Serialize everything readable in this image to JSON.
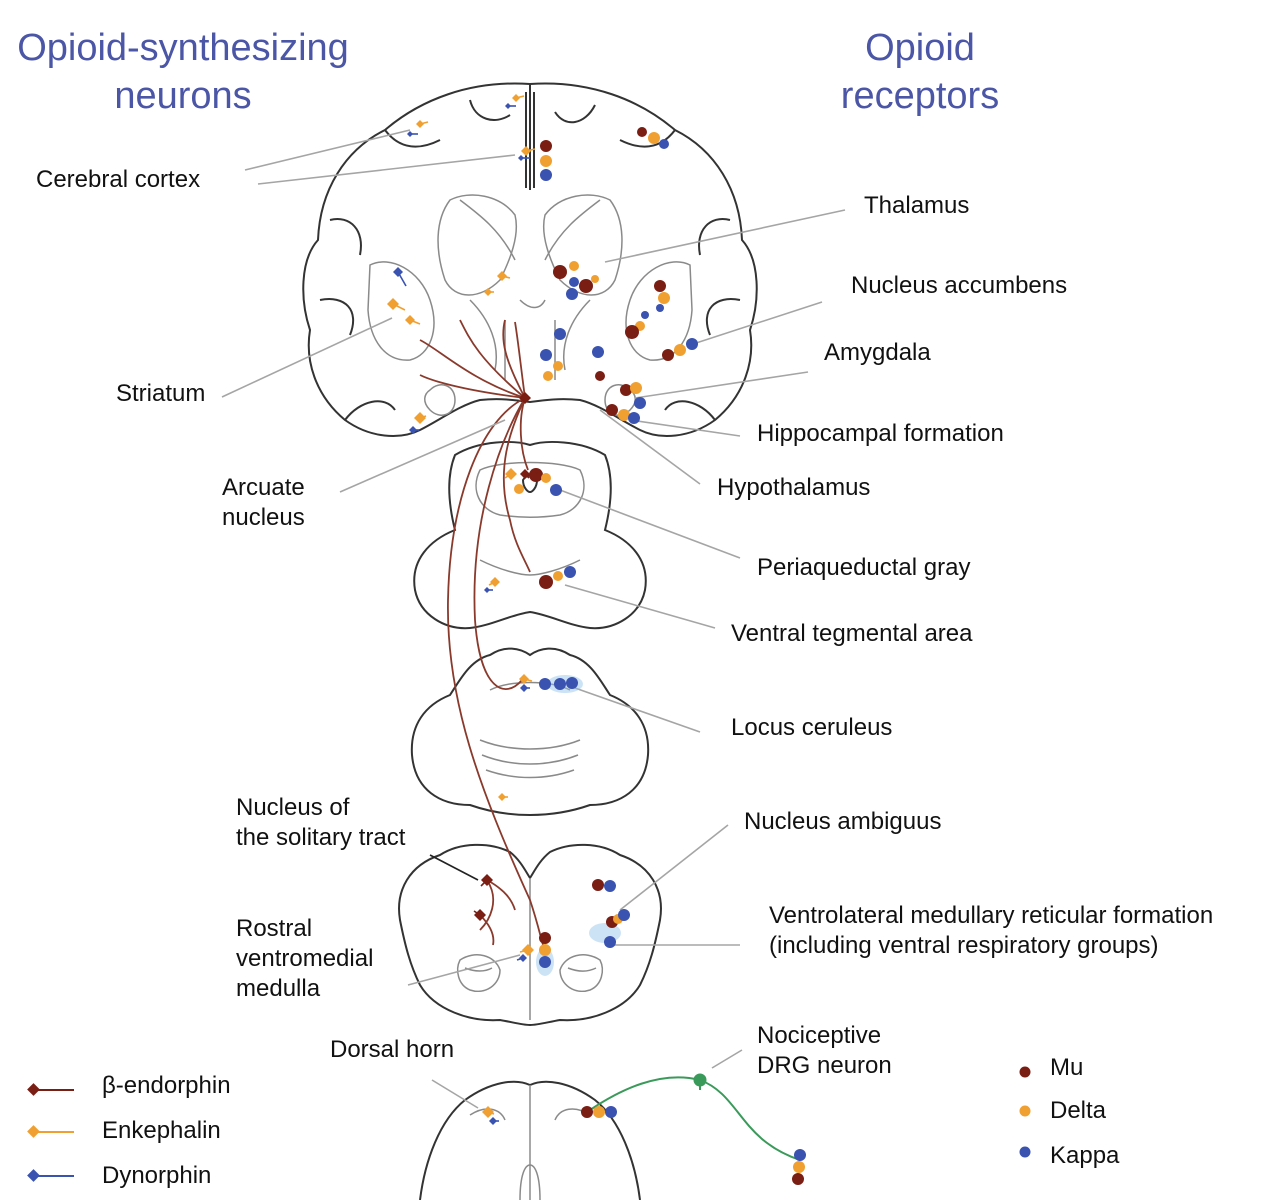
{
  "headings": {
    "left": [
      "Opioid-synthesizing",
      "neurons"
    ],
    "right": [
      "Opioid",
      "receptors"
    ]
  },
  "labels": {
    "cerebral_cortex": "Cerebral cortex",
    "thalamus": "Thalamus",
    "nucleus_accumbens": "Nucleus accumbens",
    "amygdala": "Amygdala",
    "striatum": "Striatum",
    "hippocampal_formation": "Hippocampal formation",
    "arcuate_nucleus": [
      "Arcuate",
      "nucleus"
    ],
    "hypothalamus": "Hypothalamus",
    "periaqueductal_gray": "Periaqueductal gray",
    "ventral_tegmental_area": "Ventral tegmental area",
    "locus_ceruleus": "Locus ceruleus",
    "nucleus_solitary_tract": [
      "Nucleus of",
      "the solitary tract"
    ],
    "nucleus_ambiguus": "Nucleus ambiguus",
    "rostral_ventromedial_medulla": [
      "Rostral",
      "ventromedial",
      "medulla"
    ],
    "ventrolateral_medullary": [
      "Ventrolateral medullary reticular formation",
      "(including ventral respiratory groups)"
    ],
    "dorsal_horn": "Dorsal horn",
    "nociceptive_drg": [
      "Nociceptive",
      "DRG neuron"
    ]
  },
  "legend_neurons": [
    {
      "label": "β-endorphin",
      "color": "#7a1e14"
    },
    {
      "label": "Enkephalin",
      "color": "#f0a030"
    },
    {
      "label": "Dynorphin",
      "color": "#3a52b0"
    }
  ],
  "legend_receptors": [
    {
      "label": "Mu",
      "color": "#7a1e14"
    },
    {
      "label": "Delta",
      "color": "#f0a030"
    },
    {
      "label": "Kappa",
      "color": "#3a52b0"
    }
  ],
  "colors": {
    "mu": "#7a1e14",
    "delta": "#f0a030",
    "kappa": "#3a52b0",
    "projection": "#8a3a2c",
    "drg": "#3a9a5a",
    "heading": "#4b56a6"
  }
}
